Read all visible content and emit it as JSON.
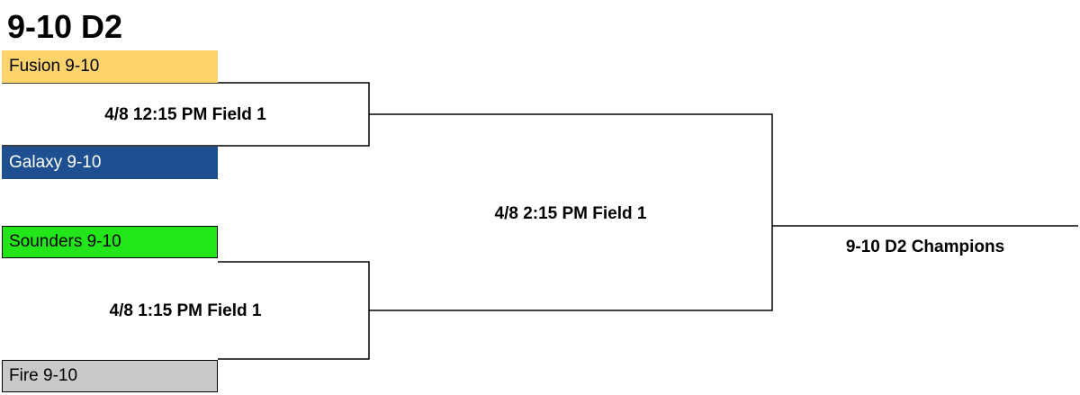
{
  "bracket": {
    "title": "9-10 D2",
    "teams": [
      {
        "name": "Fusion 9-10",
        "color": "#fdd46b"
      },
      {
        "name": "Galaxy 9-10",
        "color": "#1d4f91"
      },
      {
        "name": "Sounders 9-10",
        "color": "#22e61a"
      },
      {
        "name": "Fire 9-10",
        "color": "#c9c9c9"
      }
    ],
    "games": [
      {
        "label": "4/8 12:15 PM Field 1"
      },
      {
        "label": "4/8 1:15 PM Field 1"
      },
      {
        "label": "4/8 2:15 PM Field 1"
      }
    ],
    "champion_label": "9-10 D2 Champions"
  }
}
